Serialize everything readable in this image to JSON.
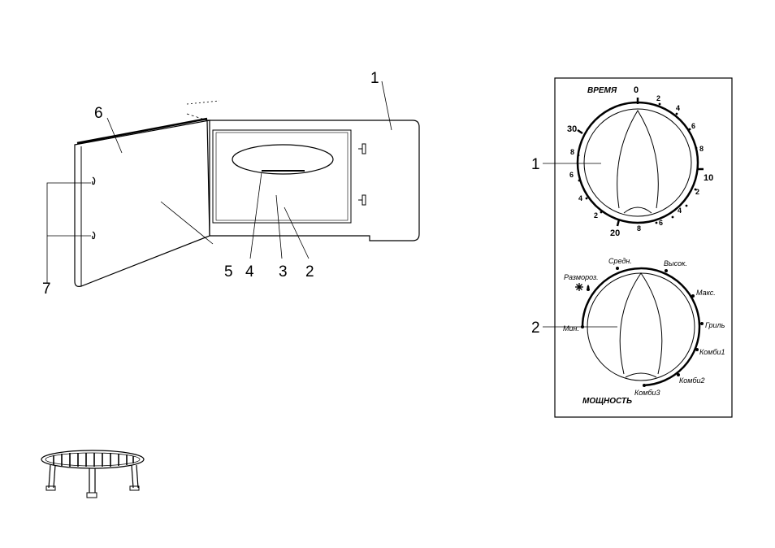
{
  "microwave": {
    "callouts": [
      "1",
      "2",
      "3",
      "4",
      "5",
      "6",
      "7"
    ]
  },
  "control_panel": {
    "timer": {
      "title": "ВРЕМЯ",
      "major_labels": [
        "0",
        "10",
        "20",
        "30"
      ],
      "minor_labels": [
        "2",
        "4",
        "6",
        "8",
        "2",
        "4",
        "6",
        "8",
        "2",
        "4",
        "6",
        "8"
      ],
      "callout": "1"
    },
    "power": {
      "title": "МОЩНОСТЬ",
      "modes": [
        "Мин.",
        "Размороз.",
        "Средн.",
        "Высок.",
        "Макс.",
        "Гриль",
        "Комби1",
        "Комби2",
        "Комби3"
      ],
      "callout": "2"
    }
  }
}
